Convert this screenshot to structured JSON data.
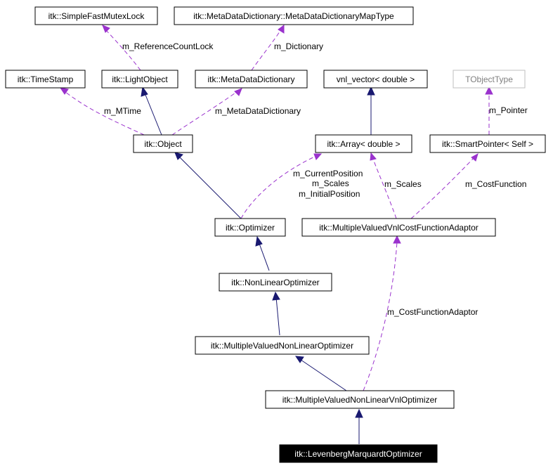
{
  "nodes": {
    "simple_fast_mutex_lock": "itk::SimpleFastMutexLock",
    "meta_data_dictionary_map_type": "itk::MetaDataDictionary::MetaDataDictionaryMapType",
    "time_stamp": "itk::TimeStamp",
    "light_object": "itk::LightObject",
    "meta_data_dictionary": "itk::MetaDataDictionary",
    "vnl_vector": "vnl_vector< double >",
    "tobject_type": "TObjectType",
    "object": "itk::Object",
    "array": "itk::Array< double >",
    "smart_pointer": "itk::SmartPointer< Self >",
    "optimizer": "itk::Optimizer",
    "mv_vnl_cost_function_adaptor": "itk::MultipleValuedVnlCostFunctionAdaptor",
    "non_linear_optimizer": "itk::NonLinearOptimizer",
    "mv_non_linear_optimizer": "itk::MultipleValuedNonLinearOptimizer",
    "mv_non_linear_vnl_optimizer": "itk::MultipleValuedNonLinearVnlOptimizer",
    "levenberg_marquardt_optimizer": "itk::LevenbergMarquardtOptimizer"
  },
  "edge_labels": {
    "reference_count_lock": "m_ReferenceCountLock",
    "dictionary": "m_Dictionary",
    "mtime": "m_MTime",
    "meta_data_dictionary": "m_MetaDataDictionary",
    "pointer": "m_Pointer",
    "current_position": "m_CurrentPosition",
    "scales_optimizer": "m_Scales",
    "initial_position": "m_InitialPosition",
    "scales_adaptor": "m_Scales",
    "cost_function": "m_CostFunction",
    "cost_function_adaptor": "m_CostFunctionAdaptor"
  },
  "colors": {
    "inheritance": "#191970",
    "member": "#9a32cd",
    "focus_fill": "#000000",
    "template_border": "#bfbfbf"
  }
}
